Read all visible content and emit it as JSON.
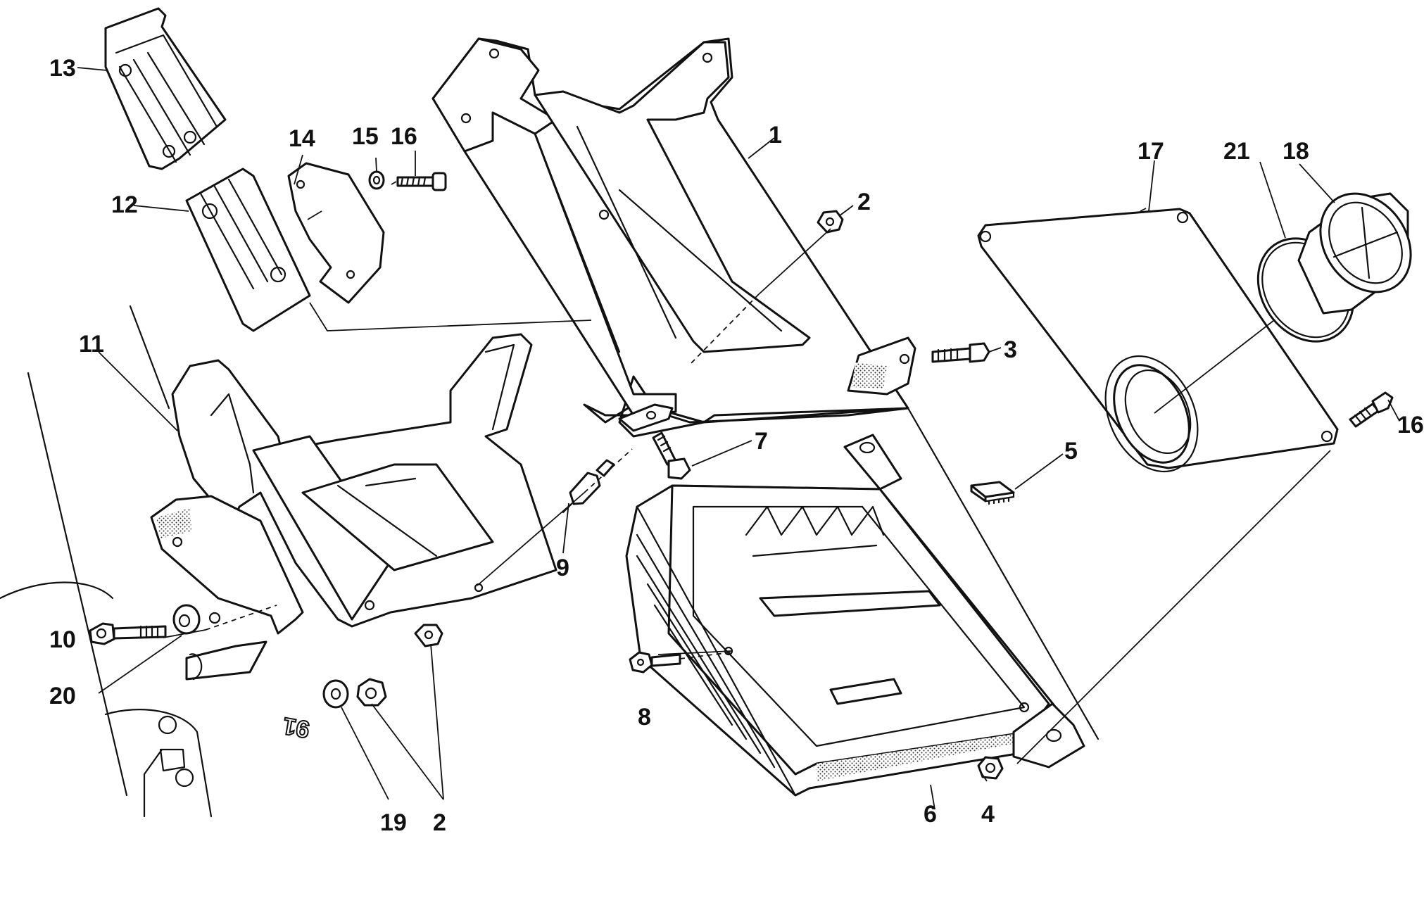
{
  "diagram": {
    "callouts": [
      {
        "id": "c1",
        "text": "1"
      },
      {
        "id": "c2a",
        "text": "2"
      },
      {
        "id": "c2b",
        "text": "2"
      },
      {
        "id": "c3",
        "text": "3"
      },
      {
        "id": "c4",
        "text": "4"
      },
      {
        "id": "c5",
        "text": "5"
      },
      {
        "id": "c6",
        "text": "6"
      },
      {
        "id": "c7",
        "text": "7"
      },
      {
        "id": "c8",
        "text": "8"
      },
      {
        "id": "c9",
        "text": "9"
      },
      {
        "id": "c10",
        "text": "10"
      },
      {
        "id": "c11",
        "text": "11"
      },
      {
        "id": "c12",
        "text": "12"
      },
      {
        "id": "c13",
        "text": "13"
      },
      {
        "id": "c14",
        "text": "14"
      },
      {
        "id": "c15",
        "text": "15"
      },
      {
        "id": "c16a",
        "text": "16"
      },
      {
        "id": "c16b",
        "text": "16"
      },
      {
        "id": "c17",
        "text": "17"
      },
      {
        "id": "c18",
        "text": "18"
      },
      {
        "id": "c19",
        "text": "19"
      },
      {
        "id": "c20",
        "text": "20"
      },
      {
        "id": "c21",
        "text": "21"
      }
    ],
    "frame_marking": "91"
  }
}
